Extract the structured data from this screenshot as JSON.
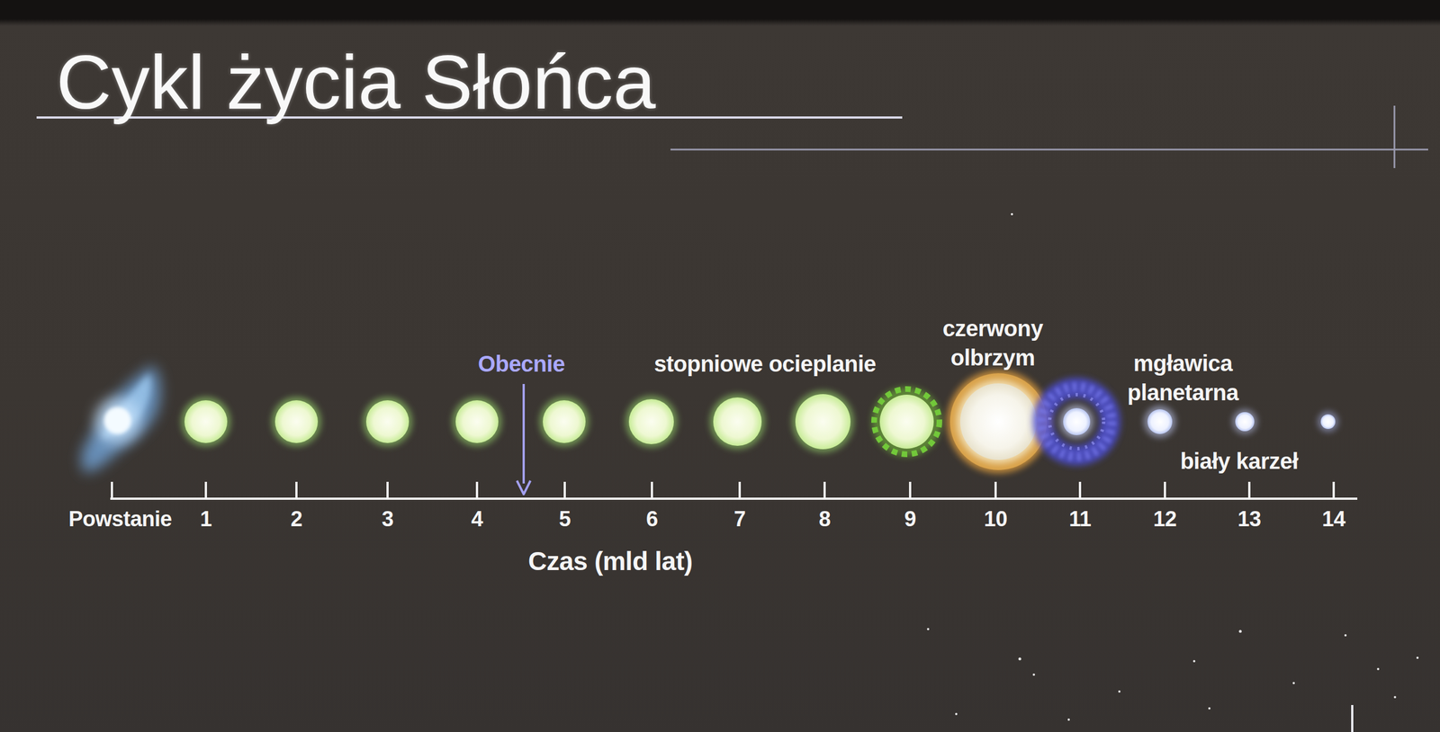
{
  "diagram": {
    "title": "Cykl życia Słońca",
    "labels": [
      "Obecnie",
      "stopniowe ocieplanie",
      "czerwony olbrzym",
      "mgławica planetarna",
      "biały karzeł",
      "Powstanie",
      "1",
      "2",
      "3",
      "4",
      "5",
      "6",
      "7",
      "8",
      "9",
      "10",
      "11",
      "12",
      "13",
      "14",
      "Czas (mld lat)"
    ]
  }
}
